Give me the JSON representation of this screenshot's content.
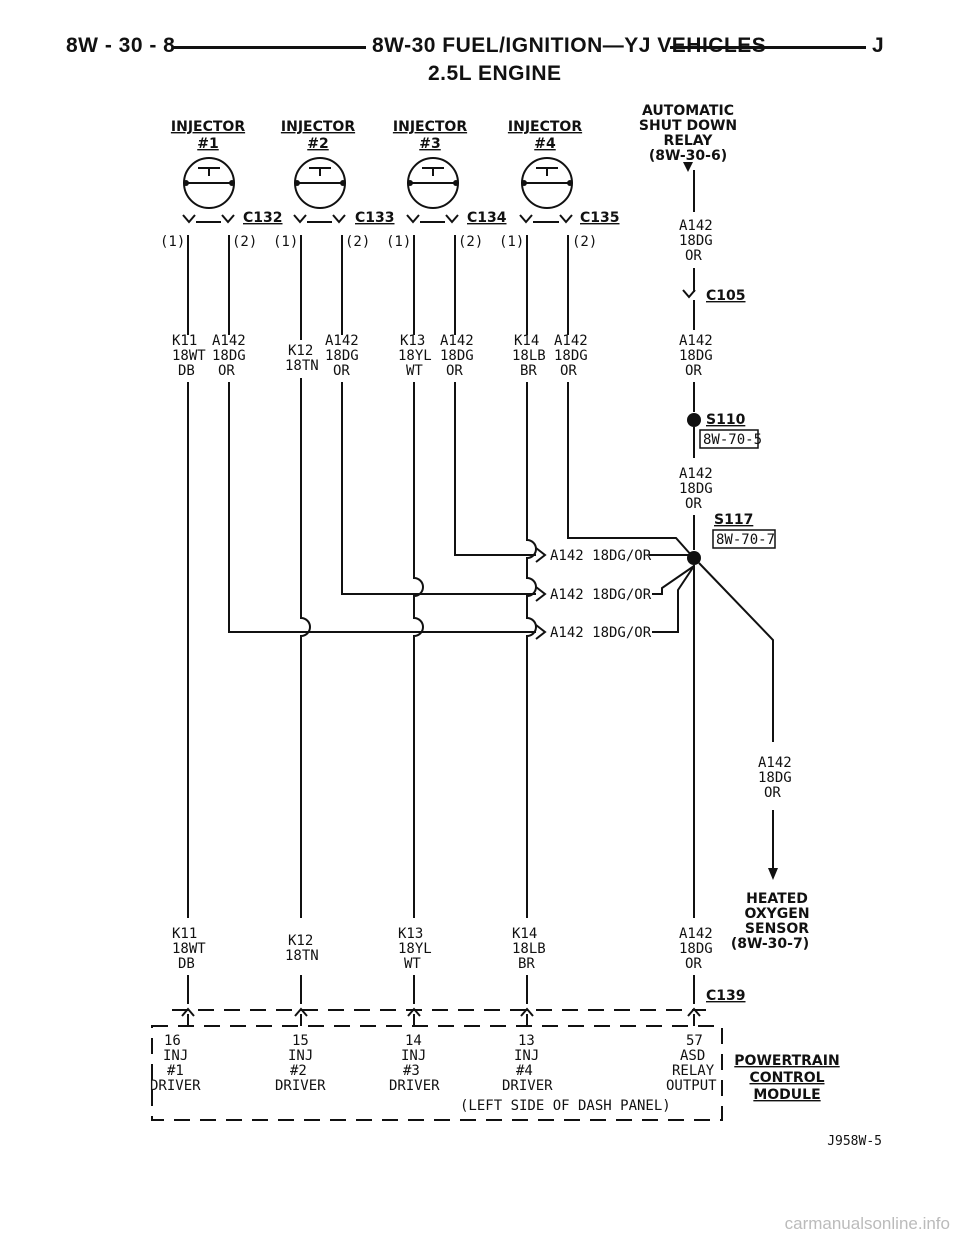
{
  "header": {
    "page": "8W - 30 - 8",
    "title": "8W-30 FUEL/IGNITION—YJ VEHICLES",
    "letter": "J",
    "subtitle": "2.5L ENGINE"
  },
  "injectors": [
    {
      "label1": "INJECTOR",
      "label2": "#1",
      "connector": "C132",
      "pin1": "(1)",
      "pin2": "(2)",
      "wireA": [
        "K11",
        "18WT",
        "DB"
      ],
      "wireB": [
        "A142",
        "18DG",
        "OR"
      ]
    },
    {
      "label1": "INJECTOR",
      "label2": "#2",
      "connector": "C133",
      "pin1": "(1)",
      "pin2": "(2)",
      "wireA": [
        "K12",
        "18TN"
      ],
      "wireB": [
        "A142",
        "18DG",
        "OR"
      ]
    },
    {
      "label1": "INJECTOR",
      "label2": "#3",
      "connector": "C134",
      "pin1": "(1)",
      "pin2": "(2)",
      "wireA": [
        "K13",
        "18YL",
        "WT"
      ],
      "wireB": [
        "A142",
        "18DG",
        "OR"
      ]
    },
    {
      "label1": "INJECTOR",
      "label2": "#4",
      "connector": "C135",
      "pin1": "(1)",
      "pin2": "(2)",
      "wireA": [
        "K14",
        "18LB",
        "BR"
      ],
      "wireB": [
        "A142",
        "18DG",
        "OR"
      ]
    }
  ],
  "asd": {
    "lines": [
      "AUTOMATIC",
      "SHUT DOWN",
      "RELAY",
      "(8W-30-6)"
    ],
    "wire1": [
      "A142",
      "18DG",
      "OR"
    ],
    "connector": "C105",
    "wire2": [
      "A142",
      "18DG",
      "OR"
    ],
    "splice1": "S110",
    "ref1": "8W-70-5",
    "wire3": [
      "A142",
      "18DG",
      "OR"
    ],
    "splice2": "S117",
    "ref2": "8W-70-7"
  },
  "jumpers": [
    "A142 18DG/OR",
    "A142 18DG/OR",
    "A142 18DG/OR"
  ],
  "sensor": {
    "wire": [
      "A142",
      "18DG",
      "OR"
    ],
    "lines": [
      "HEATED",
      "OXYGEN",
      "SENSOR",
      "(8W-30-7)"
    ]
  },
  "lower_wires": [
    [
      "K11",
      "18WT",
      "DB"
    ],
    [
      "K12",
      "18TN"
    ],
    [
      "K13",
      "18YL",
      "WT"
    ],
    [
      "K14",
      "18LB",
      "BR"
    ],
    [
      "A142",
      "18DG",
      "OR"
    ]
  ],
  "pcm_connector": "C139",
  "pcm_pins": [
    [
      "16",
      "INJ",
      "#1",
      "DRIVER"
    ],
    [
      "15",
      "INJ",
      "#2",
      "DRIVER"
    ],
    [
      "14",
      "INJ",
      "#3",
      "DRIVER"
    ],
    [
      "13",
      "INJ",
      "#4",
      "DRIVER"
    ],
    [
      "57",
      "ASD",
      "RELAY",
      "OUTPUT"
    ]
  ],
  "pcm_location": "(LEFT SIDE OF DASH PANEL)",
  "pcm": [
    "POWERTRAIN",
    "CONTROL",
    "MODULE"
  ],
  "figure_id": "J958W-5",
  "watermark": "carmanualsonline.info"
}
